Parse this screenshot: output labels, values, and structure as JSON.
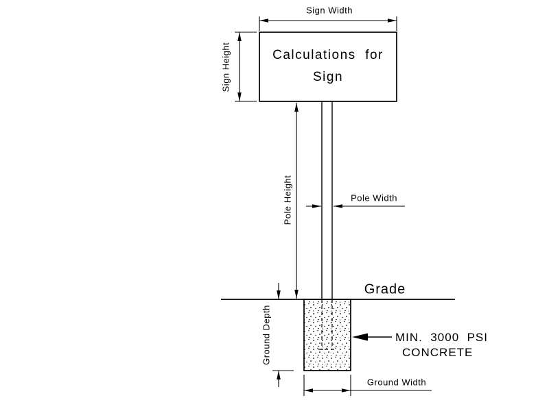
{
  "labels": {
    "sign_width": "Sign Width",
    "sign_height": "Sign Height",
    "sign_line1": "Calculations  for",
    "sign_line2": "Sign",
    "pole_height": "Pole Height",
    "pole_width": "Pole Width",
    "grade": "Grade",
    "ground_depth": "Ground Depth",
    "concrete_line1": "MIN.  3000  PSI",
    "concrete_line2": "CONCRETE",
    "ground_width": "Ground Width"
  },
  "colors": {
    "line": "#000000",
    "background": "#ffffff"
  }
}
